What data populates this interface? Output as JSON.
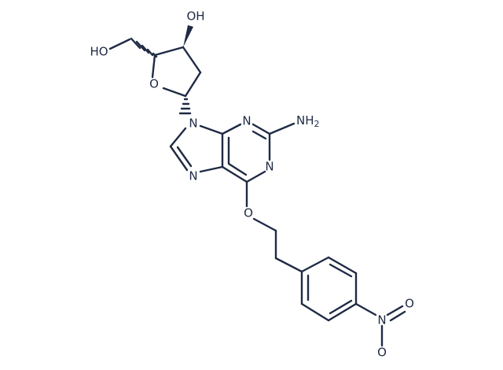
{
  "molecule": {
    "bond_color": "#1f2a44",
    "background": "#ffffff",
    "labels": {
      "oh_top": "OH",
      "ho_left": "HO",
      "ring_o": "O",
      "n9": "N",
      "n3": "N",
      "nh2_main": "NH",
      "nh2_sub": "2",
      "n1": "N",
      "n7": "N",
      "ether_o": "O",
      "nitro_n": "N",
      "nitro_o_upper": "O",
      "nitro_o_lower": "O"
    }
  }
}
